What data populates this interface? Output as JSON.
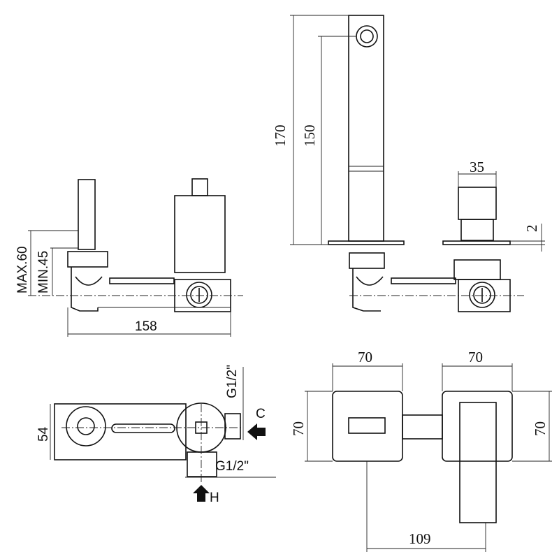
{
  "dimensions": {
    "side_max": "MAX.60",
    "side_min": "MIN.45",
    "side_length": "158",
    "spout_total_height": "170",
    "spout_height": "150",
    "handle_width": "35",
    "plate_thickness": "2",
    "top_depth": "54",
    "cold_thread": "G1/2\"",
    "hot_thread": "G1/2\"",
    "front_left_width": "70",
    "front_right_width": "70",
    "front_left_height": "70",
    "front_right_height": "70",
    "center_distance": "109"
  },
  "labels": {
    "cold": "C",
    "hot": "H"
  }
}
